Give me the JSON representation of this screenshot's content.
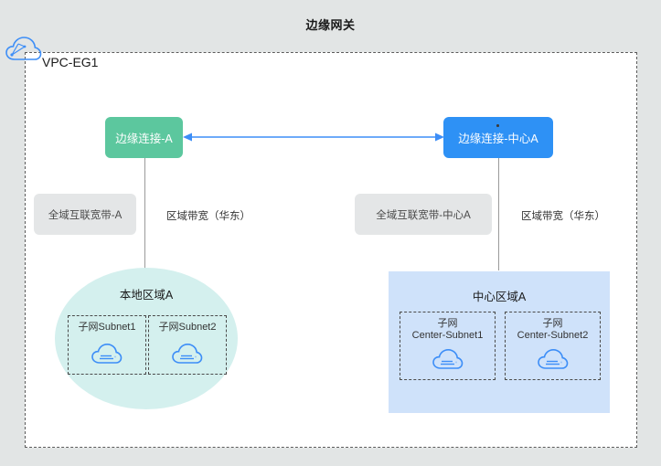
{
  "diagram": {
    "title": "边缘网关",
    "background_color": "#e2e5e5"
  },
  "vpc": {
    "label": "VPC-EG1",
    "icon": "cloud-check-icon",
    "border_style": "dashed"
  },
  "nodes": [
    {
      "id": "edge-connection-a",
      "label": "边缘连接-A",
      "color": "#5cc79e"
    },
    {
      "id": "edge-connection-center-a",
      "label": "边缘连接-中心A",
      "color": "#2e91f5"
    }
  ],
  "link": {
    "direction": "bidirectional",
    "color": "#3d8ef7"
  },
  "bandwidths": {
    "global_left": "全域互联宽带-A",
    "regional_left": "区域带宽（华东）",
    "global_right": "全域互联宽带-中心A",
    "regional_right": "区域带宽（华东）"
  },
  "regions": [
    {
      "id": "local-region-a",
      "title": "本地区域A",
      "shape": "ellipse",
      "color": "#d4f0ee",
      "subnets": [
        {
          "label": "子网Subnet1",
          "icon": "subnet-cloud-icon"
        },
        {
          "label": "子网Subnet2",
          "icon": "subnet-cloud-icon"
        }
      ]
    },
    {
      "id": "center-region-a",
      "title": "中心区域A",
      "shape": "rectangle",
      "color": "#cfe2fa",
      "subnets": [
        {
          "label": "子网\nCenter-Subnet1",
          "icon": "subnet-cloud-icon"
        },
        {
          "label": "子网\nCenter-Subnet2",
          "icon": "subnet-cloud-icon"
        }
      ]
    }
  ]
}
